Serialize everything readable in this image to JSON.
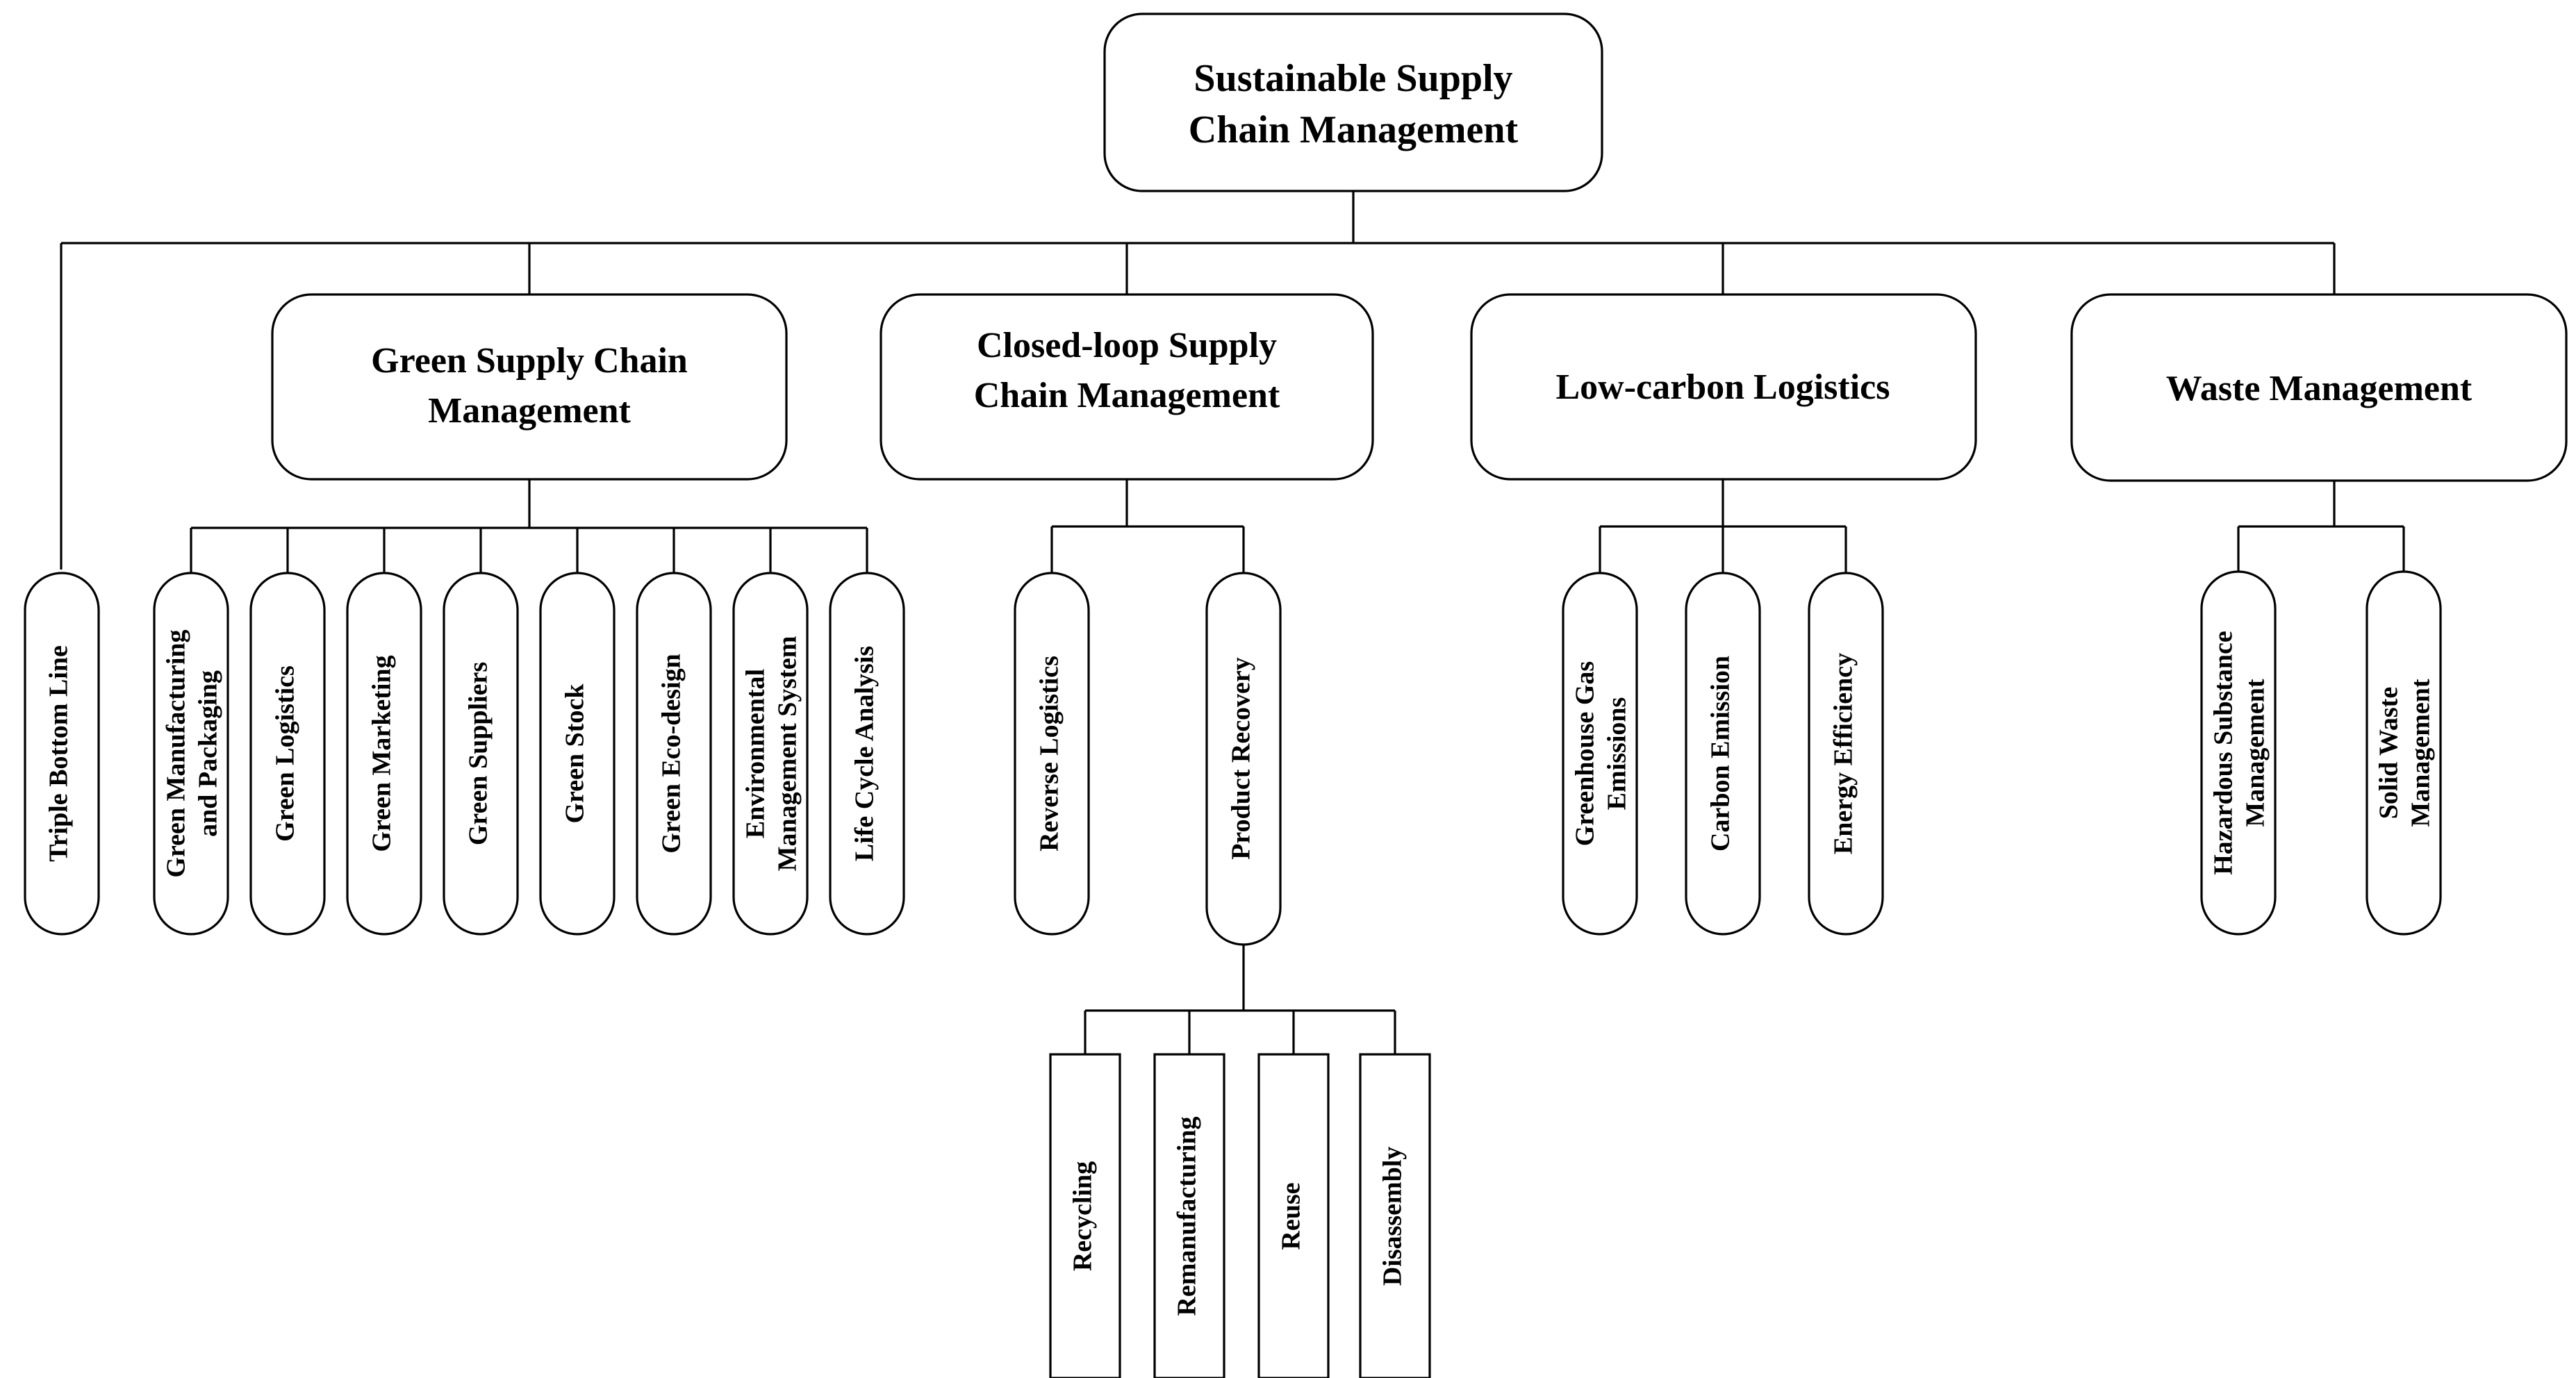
{
  "diagram": {
    "title": "Sustainable Supply Chain Management",
    "type": "hierarchical-tree",
    "orientation": "top-down",
    "colors": {
      "background": "#ffffff",
      "stroke": "#000000",
      "fill": "#ffffff",
      "text": "#000000"
    },
    "root": {
      "label": "Sustainable Supply Chain Management",
      "line1": "Sustainable Supply",
      "line2": "Chain Management"
    },
    "level2": [
      {
        "id": "green-supply-chain-management",
        "label": "Green Supply Chain Management",
        "line1": "Green Supply Chain",
        "line2": "Management"
      },
      {
        "id": "closed-loop-supply-chain-management",
        "label": "Closed-loop Supply Chain Management",
        "line1": "Closed-loop Supply",
        "line2": "Chain Management"
      },
      {
        "id": "low-carbon-logistics",
        "label": "Low-carbon Logistics",
        "line1": "Low-carbon Logistics",
        "line2": ""
      },
      {
        "id": "waste-management",
        "label": "Waste Management",
        "line1": "Waste Management",
        "line2": ""
      }
    ],
    "root_direct_child": {
      "id": "triple-bottom-line",
      "label": "Triple Bottom Line",
      "line1": "Triple Bottom Line",
      "line2": ""
    },
    "green_children": [
      {
        "id": "green-manufacturing-and-packaging",
        "label": "Green Manufacturing and Packaging",
        "line1": "Green Manufacturing",
        "line2": "and Packaging"
      },
      {
        "id": "green-logistics",
        "label": "Green Logistics",
        "line1": "Green Logistics",
        "line2": ""
      },
      {
        "id": "green-marketing",
        "label": "Green Marketing",
        "line1": "Green Marketing",
        "line2": ""
      },
      {
        "id": "green-suppliers",
        "label": "Green Suppliers",
        "line1": "Green Suppliers",
        "line2": ""
      },
      {
        "id": "green-stock",
        "label": "Green Stock",
        "line1": "Green Stock",
        "line2": ""
      },
      {
        "id": "green-eco-design",
        "label": "Green Eco-design",
        "line1": "Green Eco-design",
        "line2": ""
      },
      {
        "id": "environmental-management-system",
        "label": "Environmental Management System",
        "line1": "Environmental",
        "line2": "Management System"
      },
      {
        "id": "life-cycle-analysis",
        "label": "Life Cycle Analysis",
        "line1": "Life Cycle Analysis",
        "line2": ""
      }
    ],
    "closed_loop_children": [
      {
        "id": "reverse-logistics",
        "label": "Reverse Logistics",
        "line1": "Reverse Logistics",
        "line2": ""
      },
      {
        "id": "product-recovery",
        "label": "Product Recovery",
        "line1": "Product Recovery",
        "line2": ""
      }
    ],
    "product_recovery_children": [
      {
        "id": "recycling",
        "label": "Recycling",
        "line1": "Recycling",
        "line2": ""
      },
      {
        "id": "remanufacturing",
        "label": "Remanufacturing",
        "line1": "Remanufacturing",
        "line2": ""
      },
      {
        "id": "reuse",
        "label": "Reuse",
        "line1": "Reuse",
        "line2": ""
      },
      {
        "id": "disassembly",
        "label": "Disassembly",
        "line1": "Disassembly",
        "line2": ""
      }
    ],
    "low_carbon_children": [
      {
        "id": "greenhouse-gas-emissions",
        "label": "Greenhouse Gas Emissions",
        "line1": "Greenhouse Gas",
        "line2": "Emissions"
      },
      {
        "id": "carbon-emission",
        "label": "Carbon Emission",
        "line1": "Carbon Emission",
        "line2": ""
      },
      {
        "id": "energy-efficiency",
        "label": "Energy Efficiency",
        "line1": "Energy Efficiency",
        "line2": ""
      }
    ],
    "waste_children": [
      {
        "id": "hazardous-substance-management",
        "label": "Hazardous Substance Management",
        "line1": "Hazardous Substance",
        "line2": "Management"
      },
      {
        "id": "solid-waste-management",
        "label": "Solid Waste Management",
        "line1": "Solid Waste",
        "line2": "Management"
      }
    ]
  }
}
